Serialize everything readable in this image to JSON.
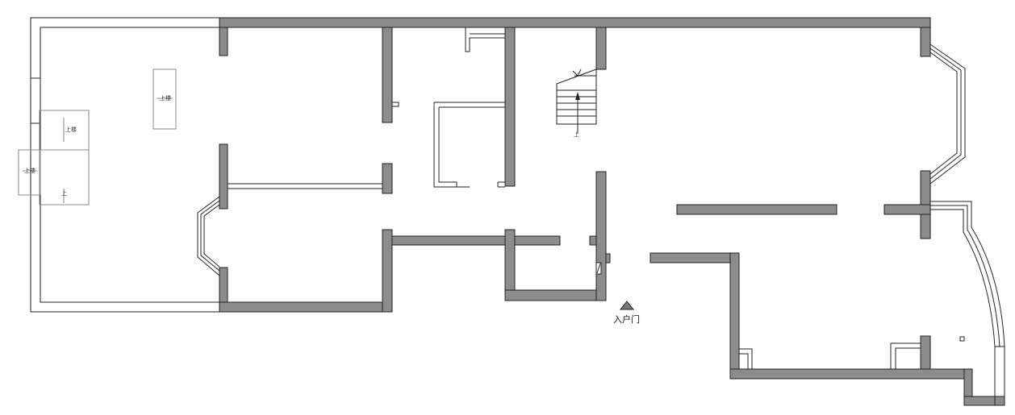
{
  "labels": {
    "entrance": "入户门",
    "stair_up": "上",
    "up_down_1": "上楼",
    "up_down_2": "上楼",
    "up_down_3": "上楼",
    "down": "上"
  },
  "colors": {
    "wall": "#8c8c8c",
    "line": "#222222",
    "background": "#ffffff"
  }
}
